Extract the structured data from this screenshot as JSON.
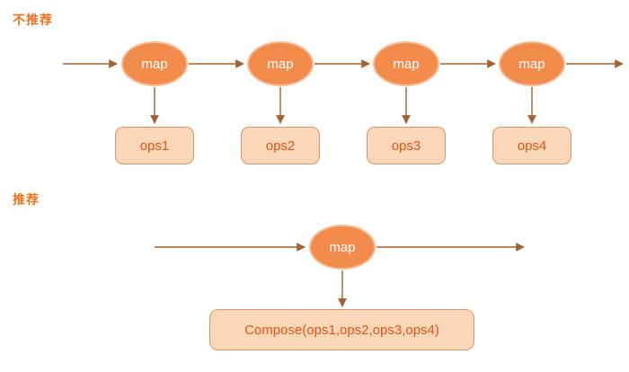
{
  "colors": {
    "accent-orange": "#F28B4C",
    "node-border": "#F6BB92",
    "box-fill": "#FAD7B9",
    "box-border": "#DE9361",
    "box-text": "#E2540F",
    "arrow": "#A5602F",
    "heading": "#F07119",
    "node-text": "#FFFFFF",
    "background": "#FFFFFF"
  },
  "sections": {
    "top": {
      "label": "不推荐",
      "map_nodes": [
        "map",
        "map",
        "map",
        "map"
      ],
      "ops_boxes": [
        "ops1",
        "ops2",
        "ops3",
        "ops4"
      ]
    },
    "bottom": {
      "label": "推荐",
      "map_node": "map",
      "compose_box": "Compose(ops1,ops2,ops3,ops4)"
    }
  }
}
